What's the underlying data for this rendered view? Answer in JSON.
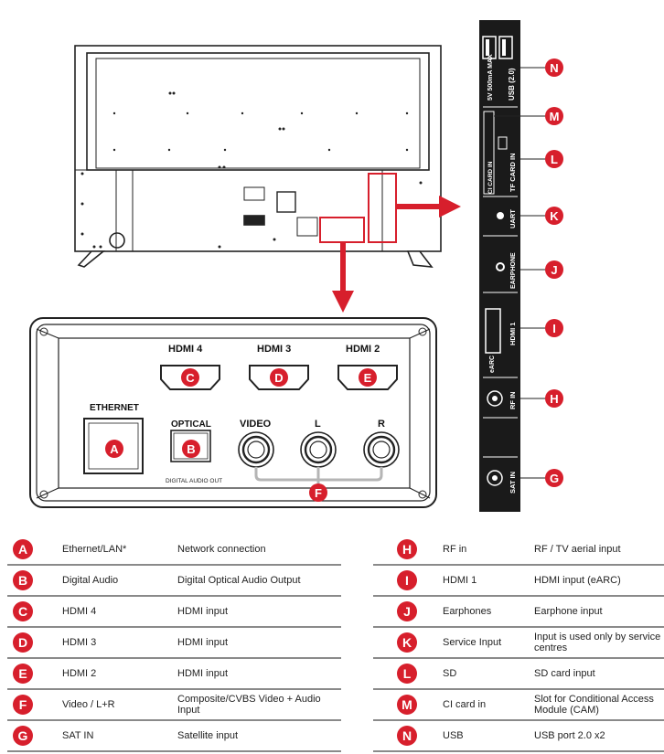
{
  "colors": {
    "accent": "#d71f2c",
    "panel_dark": "#1a1a1a"
  },
  "ports": {
    "ethernet": "ETHERNET",
    "optical": "OPTICAL",
    "digital_audio_out": "DIGITAL AUDIO OUT",
    "video": "VIDEO",
    "l": "L",
    "r": "R",
    "hdmi4": "4",
    "hdmi3": "3",
    "hdmi2": "2",
    "hdmi_logo": "HDMI"
  },
  "side": {
    "usb": "USB (2.0)",
    "usb_spec": "5V 500mA MAX",
    "tf_card": "TF CARD IN",
    "ci_card": "CI CARD IN",
    "uart": "UART",
    "earphone": "EARPHONE",
    "hdmi1": "HDMI 1",
    "earc": "eARC",
    "rf_in": "RF IN",
    "sat_in": "SAT IN"
  },
  "badges": {
    "a": "A",
    "b": "B",
    "c": "C",
    "d": "D",
    "e": "E",
    "f": "F",
    "g": "G",
    "h": "H",
    "i": "I",
    "j": "J",
    "k": "K",
    "l": "L",
    "m": "M",
    "n": "N"
  },
  "legend_left": [
    {
      "letter": "A",
      "name": "Ethernet/LAN*",
      "desc": "Network connection"
    },
    {
      "letter": "B",
      "name": "Digital Audio",
      "desc": "Digital Optical Audio Output"
    },
    {
      "letter": "C",
      "name": "HDMI 4",
      "desc": "HDMI input"
    },
    {
      "letter": "D",
      "name": "HDMI 3",
      "desc": "HDMI input"
    },
    {
      "letter": "E",
      "name": "HDMI 2",
      "desc": "HDMI input"
    },
    {
      "letter": "F",
      "name": "Video / L+R",
      "desc": "Composite/CVBS Video + Audio Input"
    },
    {
      "letter": "G",
      "name": "SAT IN",
      "desc": "Satellite input"
    }
  ],
  "legend_right": [
    {
      "letter": "H",
      "name": "RF in",
      "desc": "RF / TV aerial input"
    },
    {
      "letter": "I",
      "name": "HDMI 1",
      "desc": "HDMI input (eARC)"
    },
    {
      "letter": "J",
      "name": "Earphones",
      "desc": "Earphone input"
    },
    {
      "letter": "K",
      "name": "Service Input",
      "desc": "Input is used only by service centres"
    },
    {
      "letter": "L",
      "name": "SD",
      "desc": "SD card input"
    },
    {
      "letter": "M",
      "name": "CI card in",
      "desc": "Slot for Conditional Access Module (CAM)"
    },
    {
      "letter": "N",
      "name": "USB",
      "desc": "USB port 2.0 x2"
    }
  ]
}
